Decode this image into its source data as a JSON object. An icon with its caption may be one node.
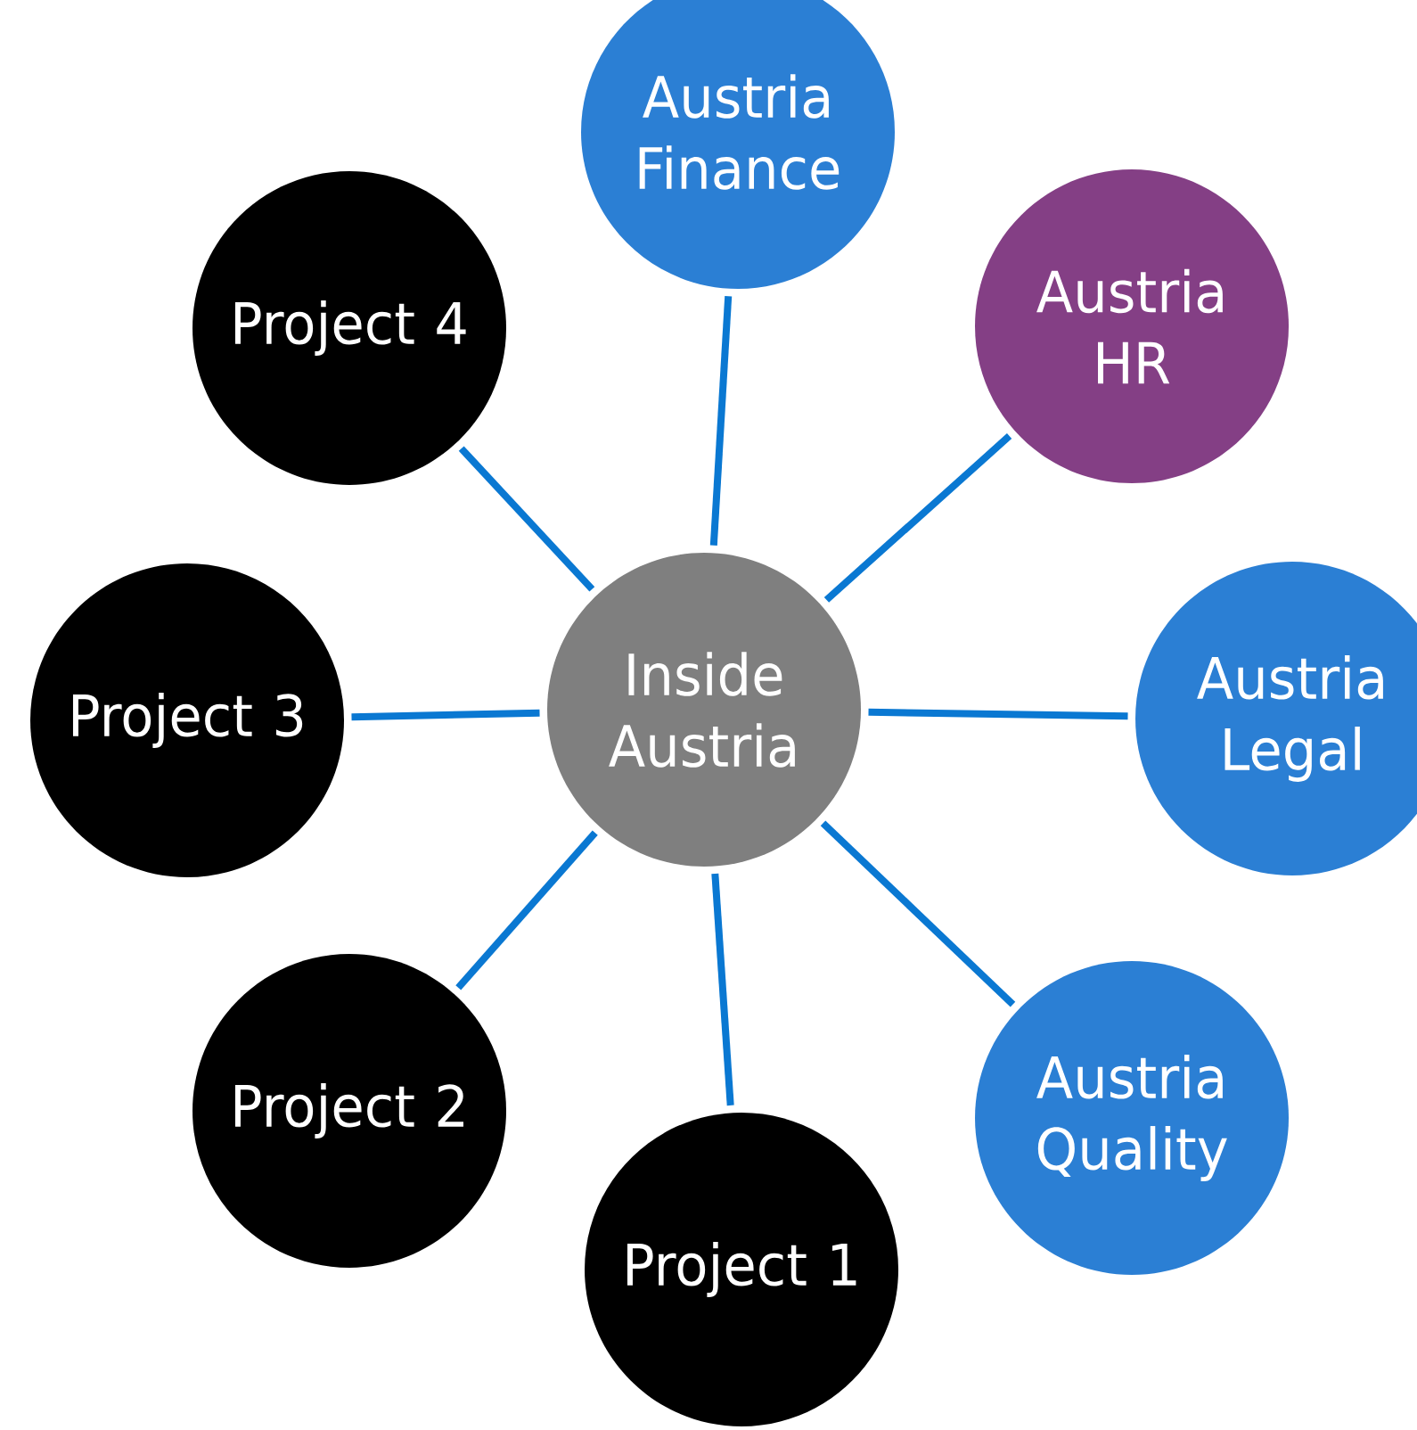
{
  "diagram": {
    "nodes": [
      {
        "text": [
          "Inside Austria"
        ]
      },
      {
        "text": [
          "Austria Finance"
        ]
      },
      {
        "text": [
          "Austria HR"
        ]
      },
      {
        "text": [
          "Austria Legal"
        ]
      },
      {
        "text": [
          "Austria Quality"
        ]
      },
      {
        "text": [
          "Project 1"
        ]
      },
      {
        "text": [
          "Project 2"
        ]
      },
      {
        "text": [
          "Project 3"
        ]
      },
      {
        "text": [
          "Project 4"
        ]
      }
    ],
    "edges": [
      {
        "from": 0,
        "to": 1,
        "arrow": "none"
      },
      {
        "from": 0,
        "to": 2,
        "arrow": "none"
      },
      {
        "from": 0,
        "to": 3,
        "arrow": "none"
      },
      {
        "from": 0,
        "to": 4,
        "arrow": "none"
      },
      {
        "from": 0,
        "to": 5,
        "arrow": "none"
      },
      {
        "from": 0,
        "to": 6,
        "arrow": "none"
      },
      {
        "from": 0,
        "to": 7,
        "arrow": "none"
      },
      {
        "from": 0,
        "to": 8,
        "arrow": "none"
      }
    ]
  }
}
